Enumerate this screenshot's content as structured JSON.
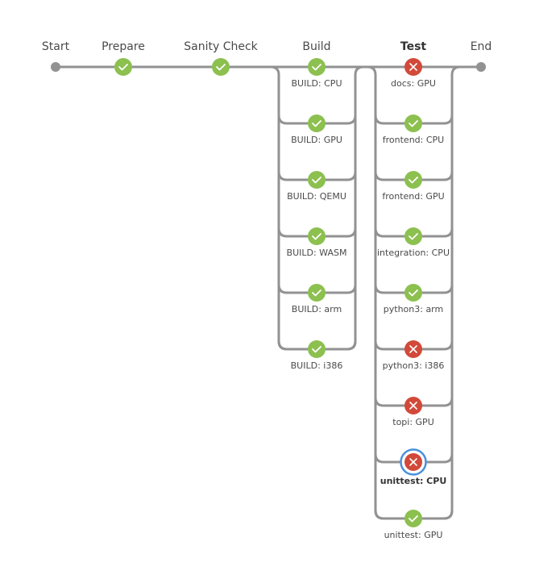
{
  "stages": [
    {
      "name": "Start",
      "status": "terminal"
    },
    {
      "name": "Prepare",
      "status": "success"
    },
    {
      "name": "Sanity Check",
      "status": "success"
    },
    {
      "name": "Build",
      "status": "parallel"
    },
    {
      "name": "Test",
      "status": "parallel",
      "selected": true
    },
    {
      "name": "End",
      "status": "terminal"
    }
  ],
  "build_branches": [
    {
      "label": "BUILD: CPU",
      "status": "success"
    },
    {
      "label": "BUILD: GPU",
      "status": "success"
    },
    {
      "label": "BUILD: QEMU",
      "status": "success"
    },
    {
      "label": "BUILD: WASM",
      "status": "success"
    },
    {
      "label": "BUILD: arm",
      "status": "success"
    },
    {
      "label": "BUILD: i386",
      "status": "success"
    }
  ],
  "test_branches": [
    {
      "label": "docs: GPU",
      "status": "failed"
    },
    {
      "label": "frontend: CPU",
      "status": "success"
    },
    {
      "label": "frontend: GPU",
      "status": "success"
    },
    {
      "label": "integration: CPU",
      "status": "success"
    },
    {
      "label": "python3: arm",
      "status": "success"
    },
    {
      "label": "python3: i386",
      "status": "failed"
    },
    {
      "label": "topi: GPU",
      "status": "failed"
    },
    {
      "label": "unittest: CPU",
      "status": "failed",
      "selected": true
    },
    {
      "label": "unittest: GPU",
      "status": "success"
    }
  ],
  "colors": {
    "success": "#8cc04f",
    "failed": "#d24939",
    "line": "#929292",
    "terminal": "#929292",
    "selected_ring": "#4a90d9"
  }
}
